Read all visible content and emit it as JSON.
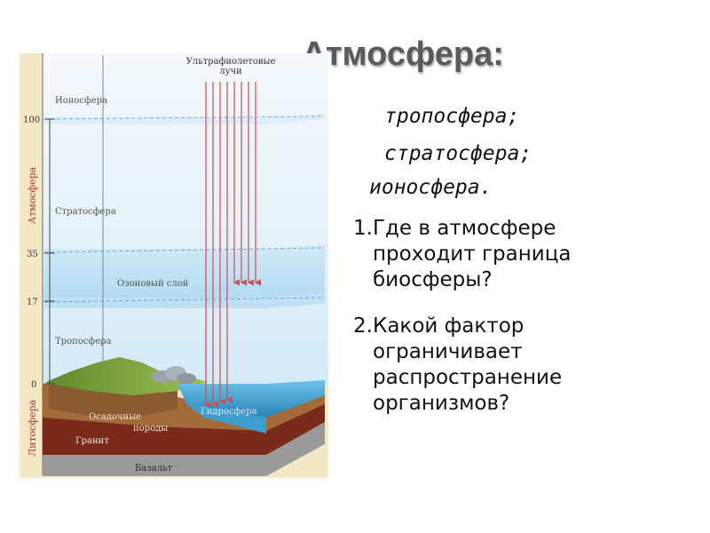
{
  "title": "Атмосфера:",
  "layers_list": [
    "тропосфера;",
    "стратосфера;",
    "ионосфера."
  ],
  "questions": [
    {
      "num": "1.",
      "text": "Где в атмосфере проходит граница биосферы?"
    },
    {
      "num": "2.",
      "text": "Какой фактор ограничивает распространение организмов?"
    }
  ],
  "diagram": {
    "rays_label": "Ультрафиолетовые лучи",
    "side_labels": {
      "atmosphere": "Атмосфера",
      "lithosphere": "Литосфера"
    },
    "altitude_ticks": [
      "100",
      "35",
      "17",
      "0"
    ],
    "layers": {
      "ionosphere": "Ионосфера",
      "stratosphere": "Стратосфера",
      "ozone": "Озоновый слой",
      "troposphere": "Тропосфера",
      "hydrosphere": "Гидросфера",
      "sedimentary": "Осадочные породы",
      "granite": "Гранит",
      "basalt": "Базальт"
    },
    "colors": {
      "rays": "#d84b4b",
      "axis_label": "#b5402e",
      "water": "#3e9fcf"
    }
  }
}
